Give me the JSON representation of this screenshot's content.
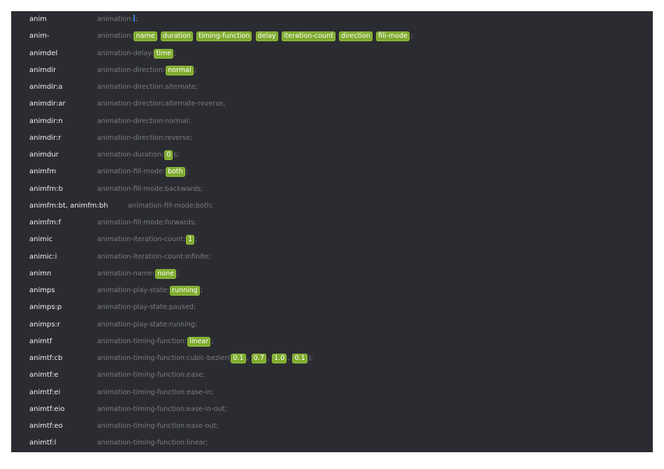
{
  "colors": {
    "background": "#2b2c31",
    "abbreviation_text": "#eef0f2",
    "expansion_text": "#7a7d84",
    "placeholder_bg": "#7fab2f",
    "cursor": "#3d7fdc"
  },
  "snippets": [
    {
      "abbr": "anim",
      "prefix": "animation:",
      "suffix": ";",
      "cursor": true
    },
    {
      "abbr": "anim-",
      "prefix": "animation:",
      "suffix": ";",
      "placeholders": [
        "name",
        "duration",
        "timing-function",
        "delay",
        "iteration-count",
        "direction",
        "fill-mode"
      ],
      "sep": " "
    },
    {
      "abbr": "animdel",
      "prefix": "animation-delay:",
      "suffix": ";",
      "placeholders": [
        "time"
      ]
    },
    {
      "abbr": "animdir",
      "prefix": "animation-direction:",
      "suffix": ";",
      "placeholders": [
        "normal"
      ]
    },
    {
      "abbr": "animdir:a",
      "prefix": "animation-direction:alternate;"
    },
    {
      "abbr": "animdir:ar",
      "prefix": "animation-direction:alternate-reverse;"
    },
    {
      "abbr": "animdir:n",
      "prefix": "animation-direction:normal;"
    },
    {
      "abbr": "animdir:r",
      "prefix": "animation-direction:reverse;"
    },
    {
      "abbr": "animdur",
      "prefix": "animation-duration:",
      "suffix": "s;",
      "placeholders": [
        "0"
      ]
    },
    {
      "abbr": "animfm",
      "prefix": "animation-fill-mode:",
      "suffix": ";",
      "placeholders": [
        "both"
      ]
    },
    {
      "abbr": "animfm:b",
      "prefix": "animation-fill-mode:backwards;"
    },
    {
      "abbr": "animfm:bt, animfm:bh",
      "prefix": "animation-fill-mode:both;",
      "wide": true
    },
    {
      "abbr": "animfm:f",
      "prefix": "animation-fill-mode:forwards;"
    },
    {
      "abbr": "animic",
      "prefix": "animation-iteration-count:",
      "suffix": ";",
      "placeholders": [
        "1"
      ]
    },
    {
      "abbr": "animic:i",
      "prefix": "animation-iteration-count:infinite;"
    },
    {
      "abbr": "animn",
      "prefix": "animation-name:",
      "suffix": ";",
      "placeholders": [
        "none"
      ]
    },
    {
      "abbr": "animps",
      "prefix": "animation-play-state:",
      "suffix": ";",
      "placeholders": [
        "running"
      ]
    },
    {
      "abbr": "animps:p",
      "prefix": "animation-play-state:paused;"
    },
    {
      "abbr": "animps:r",
      "prefix": "animation-play-state:running;"
    },
    {
      "abbr": "animtf",
      "prefix": "animation-timing-function:",
      "suffix": ";",
      "placeholders": [
        "linear"
      ]
    },
    {
      "abbr": "animtf:cb",
      "prefix": "animation-timing-function:cubic-bezier(",
      "suffix": ");",
      "placeholders": [
        "0.1",
        "0.7",
        "1.0",
        "0.1"
      ],
      "sep": ", "
    },
    {
      "abbr": "animtf:e",
      "prefix": "animation-timing-function:ease;"
    },
    {
      "abbr": "animtf:ei",
      "prefix": "animation-timing-function:ease-in;"
    },
    {
      "abbr": "animtf:eio",
      "prefix": "animation-timing-function:ease-in-out;"
    },
    {
      "abbr": "animtf:eo",
      "prefix": "animation-timing-function:ease-out;"
    },
    {
      "abbr": "animtf:l",
      "prefix": "animation-timing-function:linear;"
    }
  ]
}
